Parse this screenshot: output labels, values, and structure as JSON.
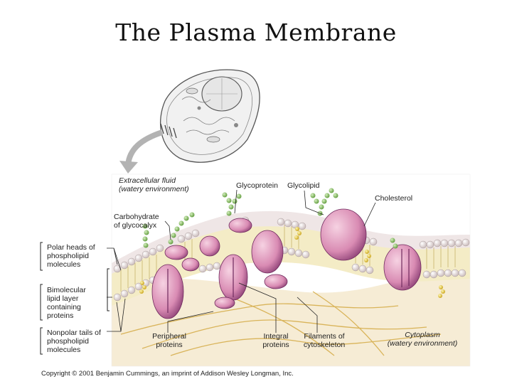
{
  "title": "The Plasma Membrane",
  "labels": {
    "extracellular_1": "Extracellular fluid",
    "extracellular_2": "(watery environment)",
    "glycoprotein": "Glycoprotein",
    "glycolipid": "Glycolipid",
    "cholesterol": "Cholesterol",
    "carbohydrate_1": "Carbohydrate",
    "carbohydrate_2": "of glycocalyx",
    "polar_1": "Polar heads of",
    "polar_2": "phospholipid",
    "polar_3": "molecules",
    "bimolecular_1": "Bimolecular",
    "bimolecular_2": "lipid layer",
    "bimolecular_3": "containing",
    "bimolecular_4": "proteins",
    "nonpolar_1": "Nonpolar tails of",
    "nonpolar_2": "phospholipid",
    "nonpolar_3": "molecules",
    "peripheral_1": "Peripheral",
    "peripheral_2": "proteins",
    "integral_1": "Integral",
    "integral_2": "proteins",
    "filaments_1": "Filaments of",
    "filaments_2": "cytoskeleton",
    "cytoplasm_1": "Cytoplasm",
    "cytoplasm_2": "(watery environment)"
  },
  "copyright": "Copyright © 2001 Benjamin Cummings, an imprint of Addison Wesley Longman, Inc.",
  "colors": {
    "membrane_bg": "#f7f1ee",
    "cytoplasm_bg": "#f6ecd5",
    "protein": "#e4a7c4",
    "protein_dark": "#6f2a5e",
    "head": "#efe6e6",
    "tail": "#d8c78a",
    "glycan": "#8fbd6a",
    "cholesterol": "#e8c83c",
    "filament": "#d9b45a"
  }
}
